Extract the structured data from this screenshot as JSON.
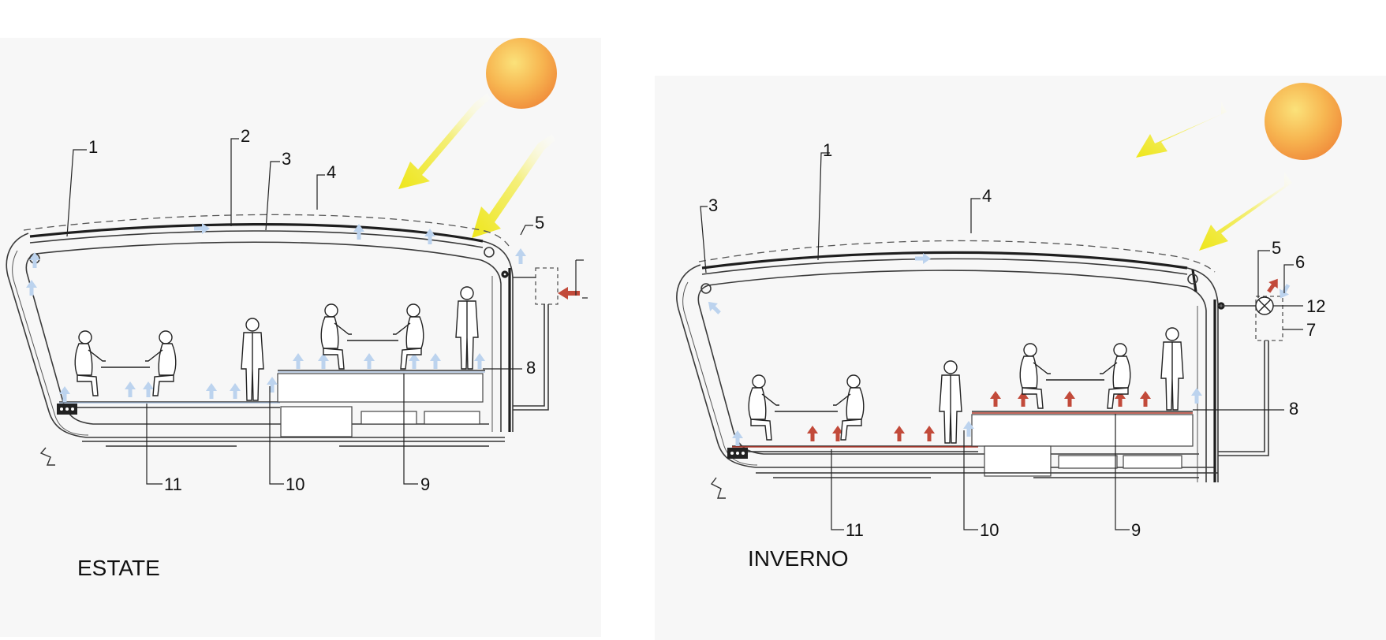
{
  "summer_panel": {
    "season_label": "ESTATE",
    "callouts": [
      "1",
      "2",
      "3",
      "4",
      "5",
      "8",
      "9",
      "10",
      "11"
    ]
  },
  "winter_panel": {
    "season_label": "INVERNO",
    "callouts": [
      "1",
      "3",
      "4",
      "5",
      "6",
      "12",
      "7",
      "8",
      "9",
      "10",
      "11"
    ]
  },
  "colors": {
    "sun_core": "#f7a347",
    "sun_edge": "#fbc86a",
    "sunbeam": "#f2ec3a",
    "cool_air": "#bcd3ee",
    "warm_air": "#c24a3a"
  }
}
